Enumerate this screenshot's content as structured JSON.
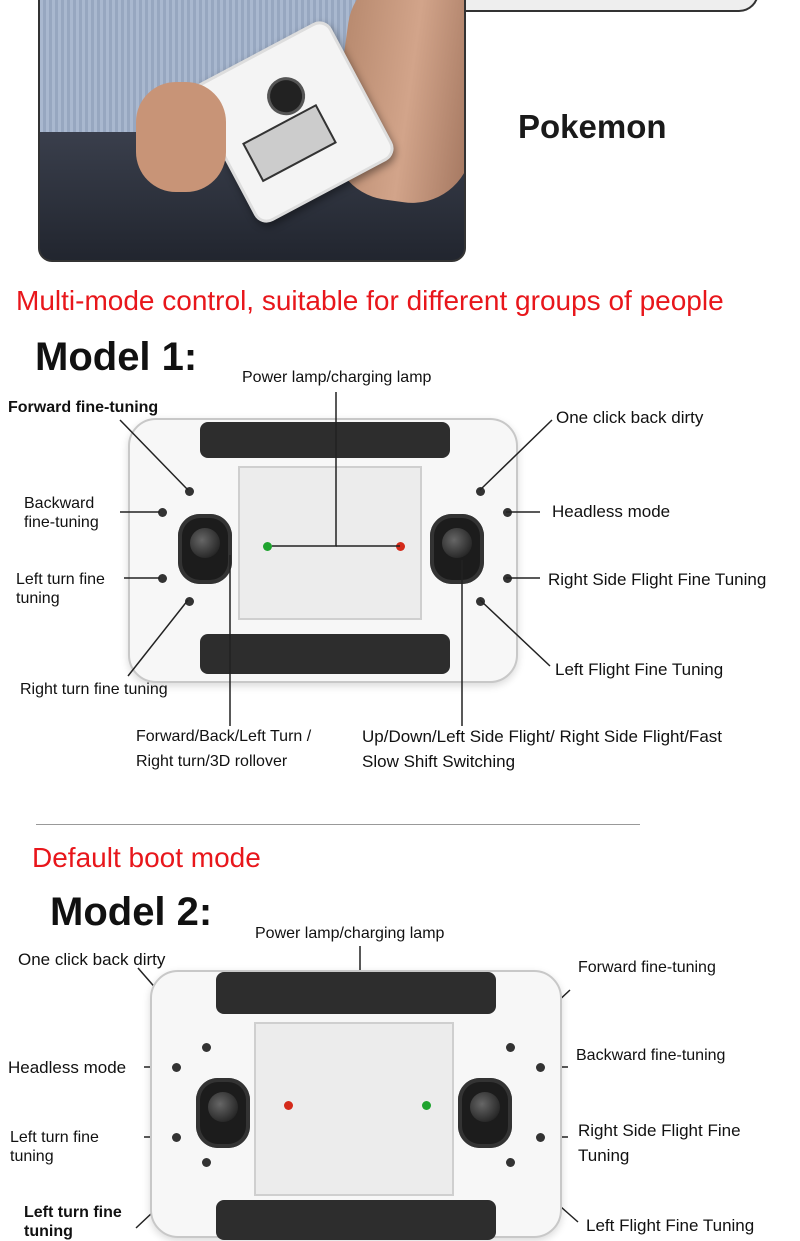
{
  "hero": {
    "caption": "Pokemon"
  },
  "section1": {
    "heading": "Multi-mode control, suitable for different groups of people",
    "model_title": "Model 1:",
    "labels": {
      "power_lamp": "Power lamp/charging lamp",
      "forward_fine": "Forward fine-tuning",
      "backward_fine": "Backward fine-tuning",
      "left_turn_fine": "Left turn fine tuning",
      "right_turn_fine": "Right turn fine tuning",
      "left_stick": "Forward/Back/Left Turn / Right turn/3D rollover",
      "right_stick": "Up/Down/Left Side Flight/ Right Side Flight/Fast Slow Shift Switching",
      "one_click_back": "One click back dirty",
      "headless": "Headless mode",
      "right_side_fine": "Right Side Flight Fine Tuning",
      "left_flight_fine": "Left Flight Fine Tuning"
    }
  },
  "section2": {
    "heading": "Default boot mode",
    "model_title": "Model 2:",
    "labels": {
      "power_lamp": "Power lamp/charging lamp",
      "one_click_back": "One click back dirty",
      "headless": "Headless mode",
      "left_turn_fine": "Left turn fine tuning",
      "left_turn_fine_bold": "Left turn fine tuning",
      "forward_fine": "Forward fine-tuning",
      "backward_fine": "Backward fine-tuning",
      "right_side_fine": "Right Side Flight Fine Tuning",
      "left_flight_fine": "Left Flight Fine Tuning"
    }
  },
  "colors": {
    "accent_red": "#e8161b",
    "lamp_green": "#1ea32e",
    "lamp_red": "#d42a1a"
  }
}
